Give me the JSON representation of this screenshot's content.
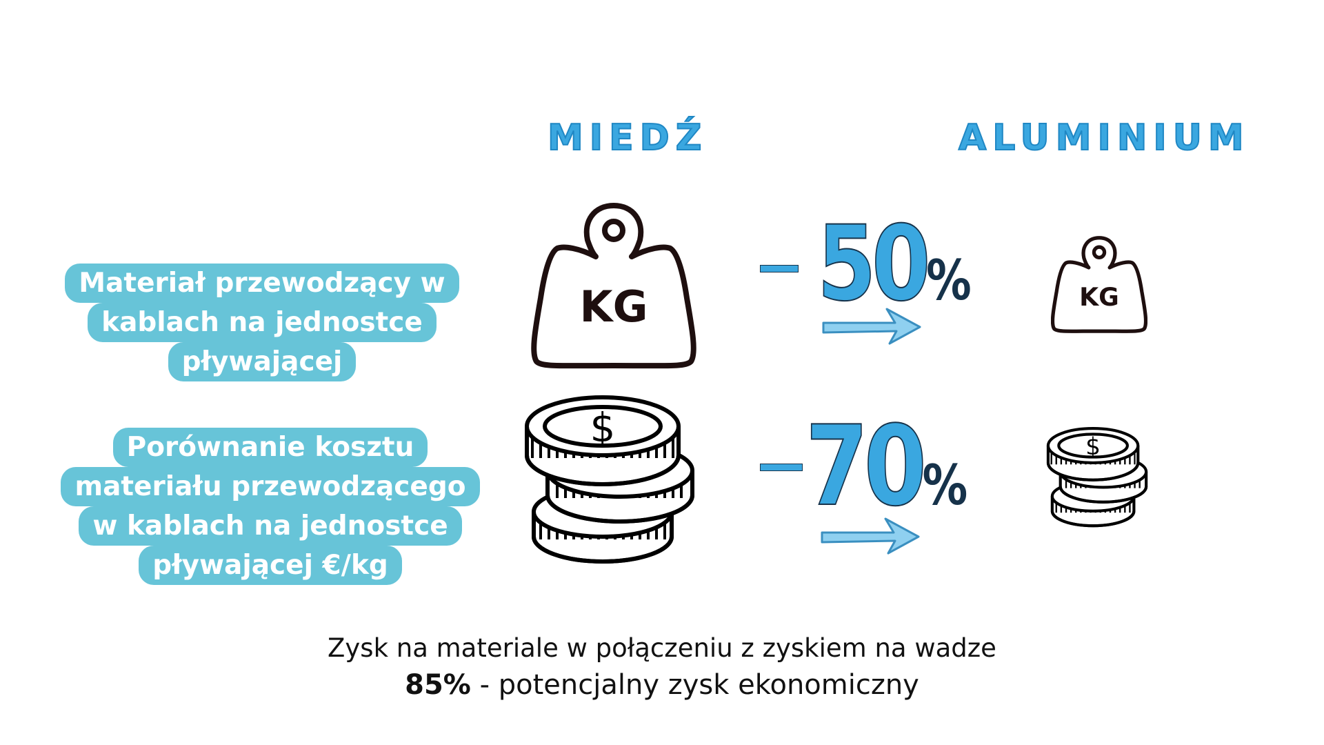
{
  "columns": {
    "copper": "MIEDŹ",
    "aluminium": "ALUMINIUM"
  },
  "rows": {
    "weight": {
      "label_lines": [
        "Materiał przewodzący w",
        "kablach na jednostce",
        "pływającej"
      ],
      "reduction": "50",
      "minus": "–",
      "percent_sign": "%",
      "icon_text": "KG"
    },
    "cost": {
      "label_lines": [
        "Porównanie  kosztu",
        "materiału przewodzącego",
        "w kablach na jednostce",
        "pływającej  €/kg"
      ],
      "reduction": "70",
      "minus": "–",
      "percent_sign": "%",
      "icon_symbol": "$"
    }
  },
  "footer": {
    "line1": "Zysk na materiale w połączeniu z zyskiem na wadze",
    "highlight": "85%",
    "line2_rest": " - potencjalny zysk ekonomiczny"
  },
  "colors": {
    "accent_blue": "#3aa7e0",
    "label_bg": "#67c4d8",
    "icon_stroke": "#1e0f0f"
  },
  "icons": {
    "weight": "kettlebell-weight-icon",
    "coins": "coin-stack-icon",
    "arrow": "right-arrow-icon"
  }
}
